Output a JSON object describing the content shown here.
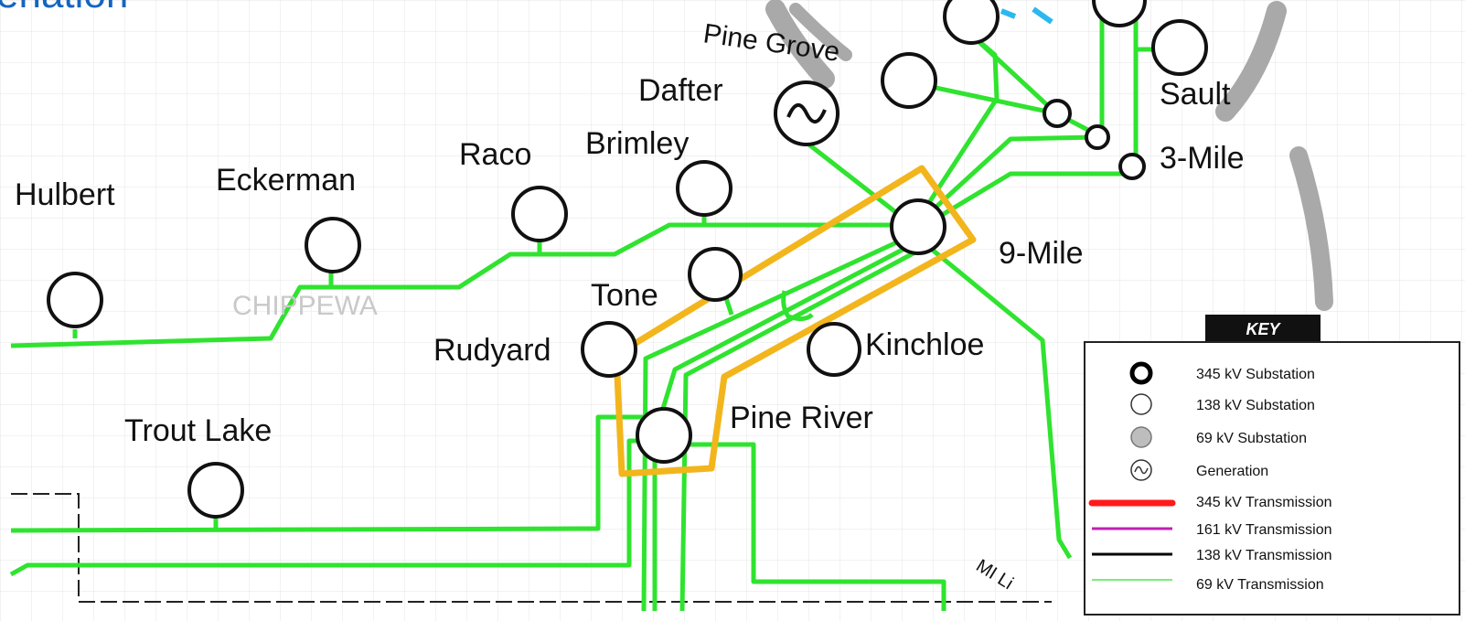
{
  "title_fragment": "enation",
  "county_label": "CHIPPEWA",
  "route_label": "MI Li",
  "substations": [
    {
      "label": "Hulbert"
    },
    {
      "label": "Eckerman"
    },
    {
      "label": "Raco"
    },
    {
      "label": "Brimley"
    },
    {
      "label": "Dafter"
    },
    {
      "label": "Pine Grove"
    },
    {
      "label": "Sault"
    },
    {
      "label": "3-Mile"
    },
    {
      "label": "9-Mile"
    },
    {
      "label": "Tone"
    },
    {
      "label": "Rudyard"
    },
    {
      "label": "Kinchloe"
    },
    {
      "label": "Pine River"
    },
    {
      "label": "Trout Lake"
    }
  ],
  "key": {
    "title": "KEY",
    "items": [
      {
        "label": "345 kV Substation",
        "symbol": "bold-circle"
      },
      {
        "label": "138 kV Substation",
        "symbol": "thin-circle"
      },
      {
        "label": "69 kV Substation",
        "symbol": "gray-circle"
      },
      {
        "label": "Generation",
        "symbol": "generation-symbol"
      },
      {
        "label": "345 kV Transmission",
        "color": "#ff1a1a"
      },
      {
        "label": "161 kV  Transmission",
        "color": "#c21fb5"
      },
      {
        "label": "138 kV  Transmission",
        "color": "#000000"
      },
      {
        "label": "69 kV Transmission",
        "color": "#4be84b"
      }
    ]
  },
  "colors": {
    "line_69kv": "#2fe32f",
    "highlight": "#f2b51c",
    "water": "#2bb8f0",
    "road": "#a9a9a9",
    "title": "#1565c0"
  }
}
